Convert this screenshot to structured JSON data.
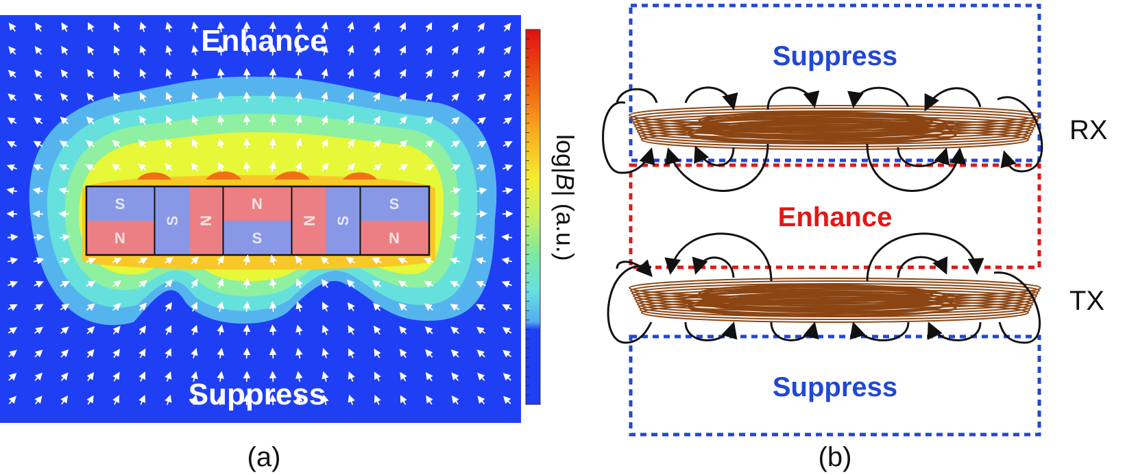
{
  "panel_a": {
    "label": "(a)",
    "top_text": "Enhance",
    "bottom_text": "Suppress",
    "colorbar_label_prefix": "log|",
    "colorbar_label_var": "B",
    "colorbar_label_suffix": "| (a.u.)",
    "magnets": [
      {
        "top": "S",
        "bottom": "N",
        "orientation": "vertical"
      },
      {
        "left": "S",
        "right": "N",
        "orientation": "horizontal"
      },
      {
        "top": "N",
        "bottom": "S",
        "orientation": "vertical"
      },
      {
        "left": "N",
        "right": "S",
        "orientation": "horizontal"
      },
      {
        "top": "S",
        "bottom": "N",
        "orientation": "vertical"
      }
    ],
    "colors": {
      "background": "#1f3ff5",
      "pole_blue": "#8898e6",
      "pole_red": "#ec7f83",
      "arrow": "#ffffff"
    }
  },
  "panel_b": {
    "label": "(b)",
    "top_text": "Suppress",
    "middle_text": "Enhance",
    "bottom_text": "Suppress",
    "coil_top_label": "RX",
    "coil_bottom_label": "TX",
    "colors": {
      "suppress": "#2147d6",
      "enhance": "#e01818",
      "coil": "#8b4513"
    }
  }
}
